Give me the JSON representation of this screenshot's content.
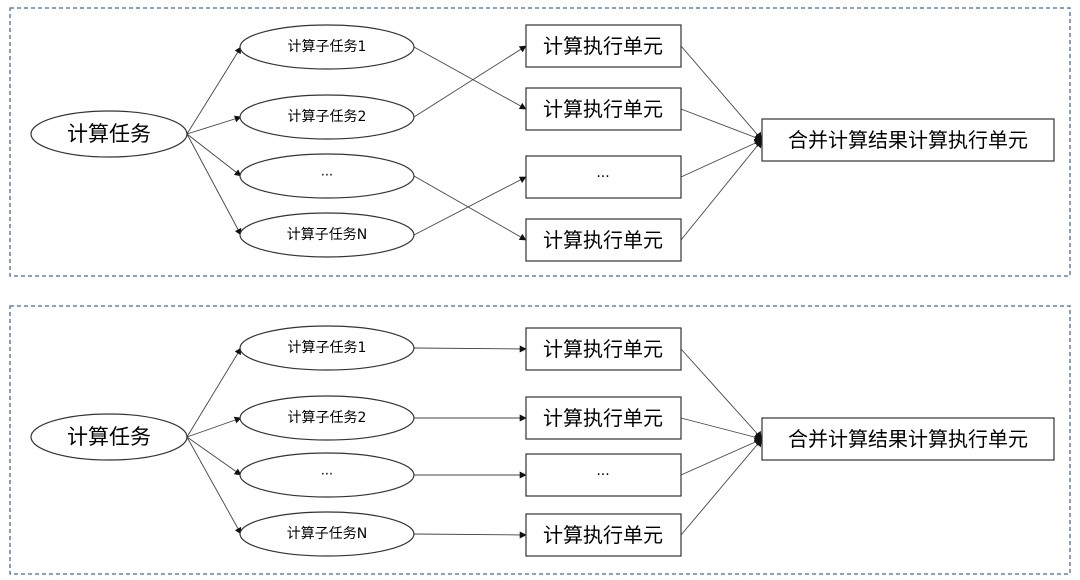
{
  "panels": [
    {
      "task": "计算任务",
      "subtasks": [
        "计算子任务1",
        "计算子任务2",
        "...",
        "计算子任务N"
      ],
      "units": [
        "计算执行单元",
        "计算执行单元",
        "...",
        "计算执行单元"
      ],
      "merge": "合并计算结果计算执行单元",
      "subtask_to_unit": [
        1,
        0,
        3,
        2
      ]
    },
    {
      "task": "计算任务",
      "subtasks": [
        "计算子任务1",
        "计算子任务2",
        "...",
        "计算子任务N"
      ],
      "units": [
        "计算执行单元",
        "计算执行单元",
        "...",
        "计算执行单元"
      ],
      "merge": "合并计算结果计算执行单元",
      "subtask_to_unit": [
        0,
        1,
        2,
        3
      ]
    }
  ]
}
